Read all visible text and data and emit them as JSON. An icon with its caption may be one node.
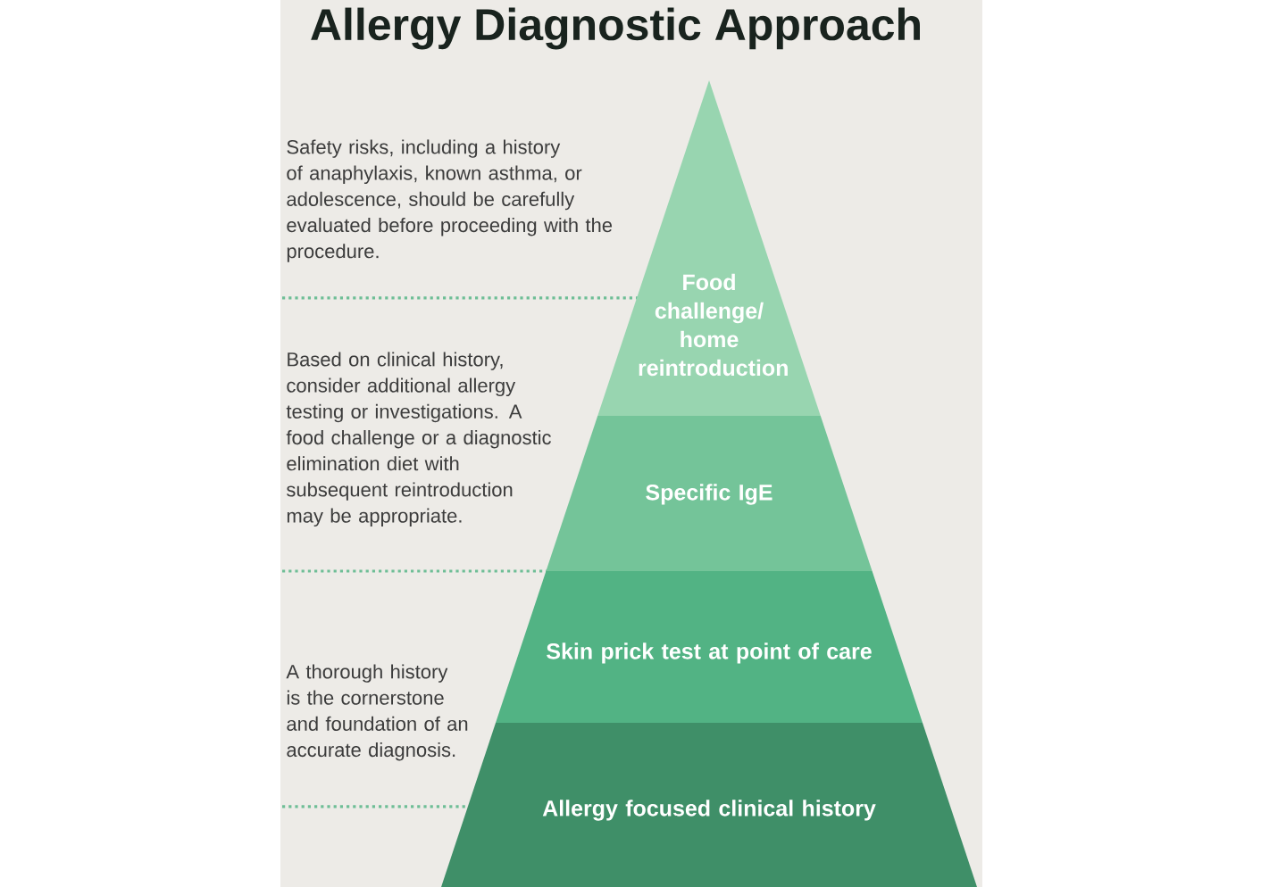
{
  "diagram": {
    "title": "Allergy Diagnostic Approach",
    "nodes": [
      {
        "text": [
          "Food challenge/ home reintroduction"
        ]
      },
      {
        "text": [
          "Specific IgE"
        ]
      },
      {
        "text": [
          "Skin prick test at point of care"
        ]
      },
      {
        "text": [
          "Allergy focused clinical history"
        ]
      }
    ],
    "labels": [
      "Safety risks, including a history of anaphylaxis, known asthma, or adolescence, should be carefully evaluated before proceeding with the procedure.",
      "Based on clinical history, consider additional allergy testing or investigations. A food challenge or a diagnostic elimination diet with subsequent reintroduction may be appropriate.",
      "A thorough history is the cornerstone and foundation of an accurate diagnosis."
    ]
  }
}
